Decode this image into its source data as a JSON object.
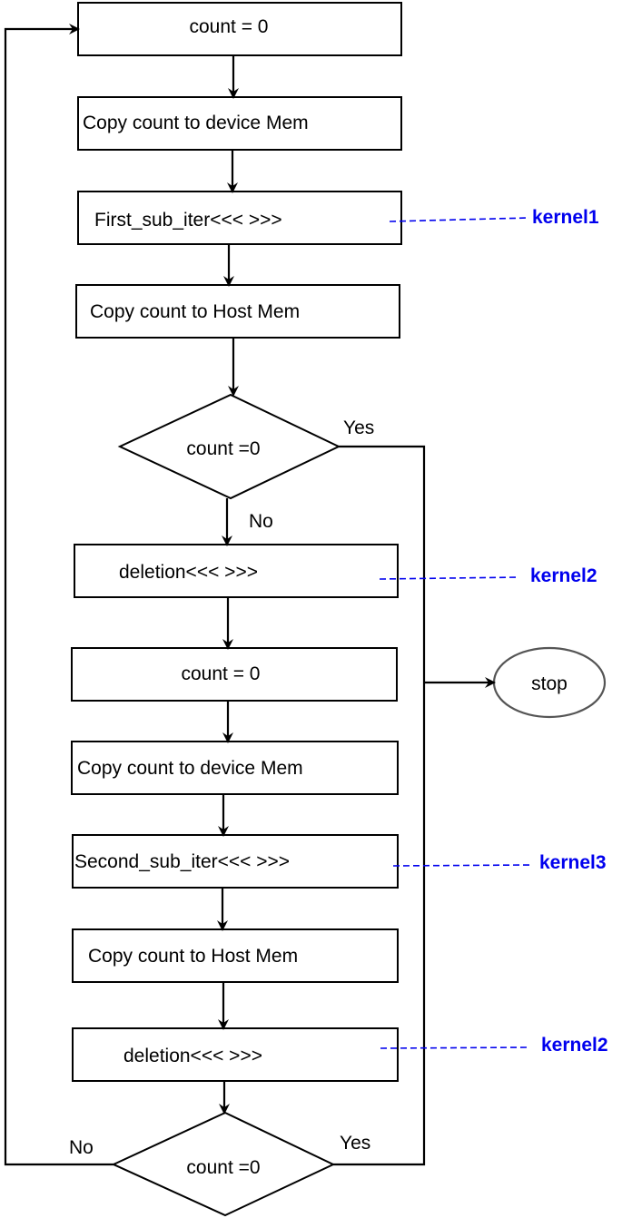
{
  "nodes": {
    "n1": "count = 0",
    "n2": "Copy count to device Mem",
    "n3": "First_sub_iter<<<  >>>",
    "n4": "Copy count to Host Mem",
    "d1": "count =0",
    "n5": "deletion<<<  >>>",
    "n6": "count = 0",
    "n7": "Copy count to device Mem",
    "n8": "Second_sub_iter<<<  >>>",
    "n9": "Copy count to Host Mem",
    "n10": "deletion<<<  >>>",
    "d2": "count =0",
    "stop": "stop"
  },
  "edge_labels": {
    "yes1": "Yes",
    "no1": "No",
    "yes2": "Yes",
    "no2": "No"
  },
  "kernels": {
    "k1": "kernel1",
    "k2a": "kernel2",
    "k3": "kernel3",
    "k2b": "kernel2"
  },
  "colors": {
    "kernel_label": "#0000ee",
    "stroke": "#000000",
    "stop_stroke": "#555555"
  }
}
